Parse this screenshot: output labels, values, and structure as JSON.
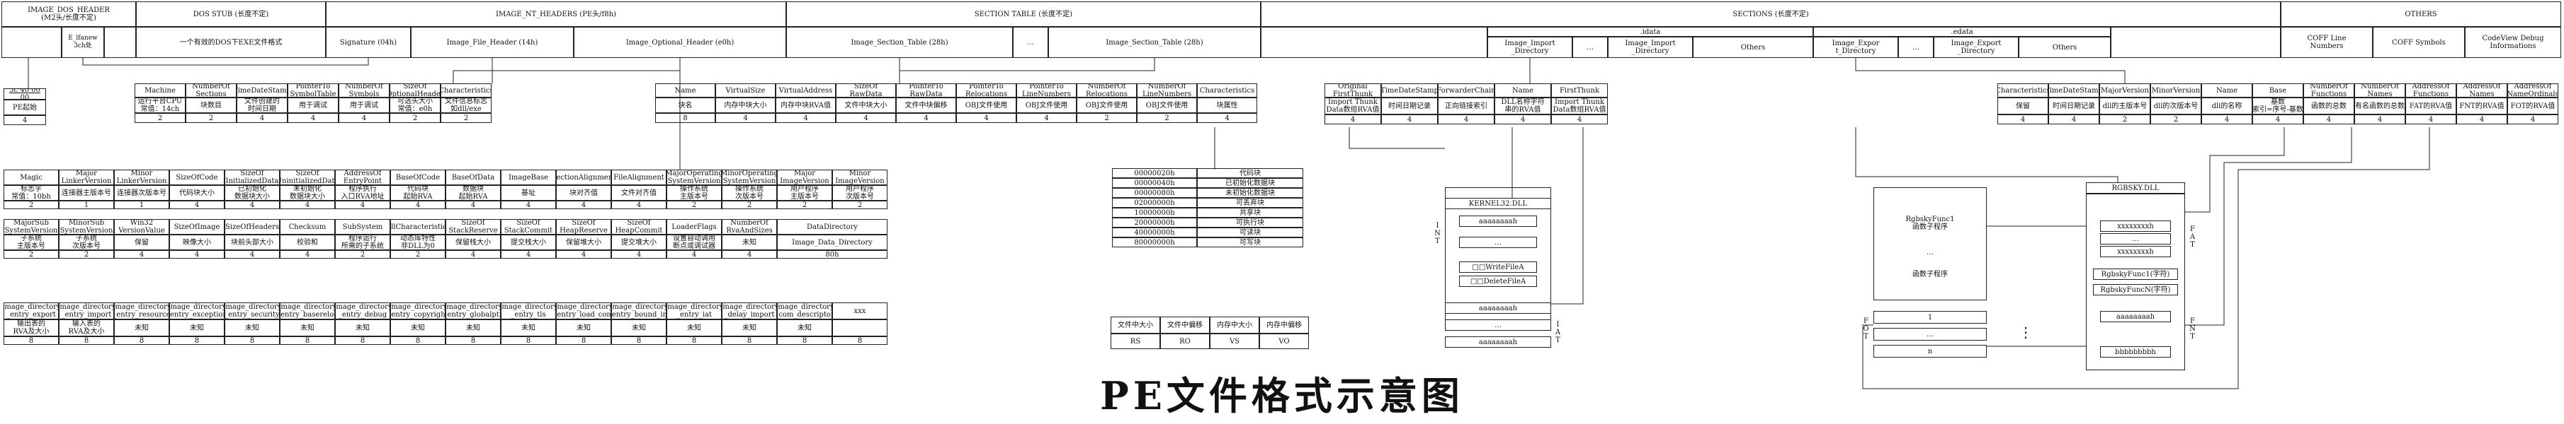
{
  "top_sections": {
    "dos_header": "IMAGE_DOS_HEADER\n(M2头/长度不定)",
    "dos_stub": "DOS STUB (长度不定)",
    "nt_headers": "IMAGE_NT_HEADERS (PE头/f8h)",
    "section_table": "SECTION TABLE (长度不定)",
    "sections": "SECTIONS (长度不定)",
    "others": "OTHERS"
  },
  "top_row2": {
    "e_lfanew": "E_lfanew\n3ch处",
    "dos_stub_desc": "一个有效的DOS下EXE文件格式",
    "signature": "Signature (04h)",
    "file_header": "Image_File_Header (14h)",
    "optional_header": "Image_Optional_Header (e0h)",
    "section_table_1": "Image_Section_Table (28h)",
    "dots": "…",
    "section_table_2": "Image_Section_Table (28h)",
    "idata": ".idata",
    "idata_import_1": "Image_Import\n_Directory",
    "idata_import_2": "Image_Import\n_Directory",
    "others": "Others",
    "edata": ".edata",
    "edata_export_1": "Image_Expor\nt_Directory",
    "edata_export_2": "Image_Export\n_Directory",
    "coff_line": "COFF Line\nNumbers",
    "coff_symbols": "COFF Symbols",
    "codeview": "CodeView Debug\nInformations"
  },
  "dos_mini": {
    "label": "3c 40 00 00",
    "desc": "PE起始",
    "size": "4"
  },
  "file_header": {
    "names": [
      "Machine",
      "NumberOf\nSections",
      "TimeDateStamp",
      "PointerTo\nSymbolTable",
      "NumberOf\nSymbols",
      "SizeOf\nOptionalHeader",
      "Characteristics"
    ],
    "descs": [
      "运行平台CPU\n常值：14ch",
      "块数目",
      "文件创建的\n时间日期",
      "用于调试",
      "用于调试",
      "可选头大小\n常值：e0h",
      "文件信息标志\n如dll/exe"
    ],
    "sizes": [
      "2",
      "2",
      "4",
      "4",
      "4",
      "2",
      "2"
    ]
  },
  "section_header": {
    "names": [
      "Name",
      "VirtualSize",
      "VirtualAddress",
      "SizeOf\nRawData",
      "PointerTo\nRawData",
      "PointerTo\nRelocations",
      "PointerTo\nLineNumbers",
      "NumberOf\nRelocations",
      "NumberOf\nLineNumbers",
      "Characteristics"
    ],
    "descs": [
      "块名",
      "内存中块大小",
      "内存中块RVA值",
      "文件中块大小",
      "文件中块偏移",
      "OBJ文件使用",
      "OBJ文件使用",
      "OBJ文件使用",
      "OBJ文件使用",
      "块属性"
    ],
    "sizes": [
      "8",
      "4",
      "4",
      "4",
      "4",
      "4",
      "4",
      "2",
      "2",
      "4"
    ]
  },
  "import_dir": {
    "names": [
      "Original\nFirstThunk",
      "TimeDateStamp",
      "ForwarderChain",
      "Name",
      "FirstThunk"
    ],
    "descs": [
      "Import Thunk\nData数组RVA值",
      "时间日期记录",
      "正向链接索引",
      "DLL名称字符\n串的RVA值",
      "Import Thunk\nData数组RVA值"
    ],
    "sizes": [
      "4",
      "4",
      "4",
      "4",
      "4"
    ]
  },
  "export_dir": {
    "names": [
      "Characteristics",
      "TimeDateStamp",
      "MajorVersion",
      "MinorVersion",
      "Name",
      "Base",
      "NumberOf\nFunctions",
      "NumberOf\nNames",
      "AddressOf\nFunctions",
      "AddressOf\nNames",
      "AddressOf\nNameOrdinals"
    ],
    "descs": [
      "保留",
      "时间日期记录",
      "dll的主版本号",
      "dll的次版本号",
      "dll的名称",
      "基数\n索引=序号-基数",
      "函数的总数",
      "有名函数的总数",
      "FAT的RVA值",
      "FNT的RVA值",
      "FOT的RVA值"
    ],
    "sizes": [
      "4",
      "4",
      "2",
      "2",
      "4",
      "4",
      "4",
      "4",
      "4",
      "4",
      "4"
    ]
  },
  "optional_header": {
    "row1_names": [
      "Magic",
      "Major\nLinkerVersion",
      "Minor\nLinkerVersion",
      "SizeOfCode",
      "SizeOf\nInitializedData",
      "SizeOf\nUninitializedData",
      "AddressOf\nEntryPoint",
      "BaseOfCode",
      "BaseOfData",
      "ImageBase",
      "SectionAlignment",
      "FileAlignment",
      "MajorOperating\nSystemVersion",
      "MinorOperating\nSystemVersion",
      "Major\nImageVersion",
      "Minor\nImageVersion"
    ],
    "row1_descs": [
      "标志字\n常值：10bh",
      "连接器主版本号",
      "连接器次版本号",
      "代码块大小",
      "已初始化\n数据块大小",
      "未初始化\n数据块大小",
      "程序执行\n入口RVA地址",
      "代码块\n起始RVA",
      "数据块\n起始RVA",
      "基址",
      "块对齐值",
      "文件对齐值",
      "操作系统\n主版本号",
      "操作系统\n次版本号",
      "用户程序\n主版本号",
      "用户程序\n次版本号"
    ],
    "row1_sizes": [
      "2",
      "1",
      "1",
      "4",
      "4",
      "4",
      "4",
      "4",
      "4",
      "4",
      "4",
      "4",
      "2",
      "2",
      "2",
      "2"
    ],
    "row2_names": [
      "MajorSub\nSystemVersion",
      "MinorSub\nSystemVersion",
      "Win32\nVersionValue",
      "SizeOfImage",
      "SizeOfHeaders",
      "Checksum",
      "SubSystem",
      "DllCharacteristics",
      "SizeOf\nStackReserve",
      "SizeOf\nStackCommit",
      "SizeOf\nHeapReserve",
      "SizeOf\nHeapCommit",
      "LoaderFlags",
      "NumberOf\nRvaAndSizes",
      "DataDirectory"
    ],
    "row2_descs": [
      "子系统\n主版本号",
      "子系统\n次版本号",
      "保留",
      "映像大小",
      "块前头部大小",
      "校验和",
      "程序运行\n所需的子系统",
      "动态库特性\n非DLL为0",
      "保留栈大小",
      "提交栈大小",
      "保留堆大小",
      "提交堆大小",
      "设置自动调用\n断点或调试器",
      "未知",
      "Image_Data_Directory"
    ],
    "row2_sizes": [
      "2",
      "2",
      "4",
      "4",
      "4",
      "4",
      "2",
      "2",
      "4",
      "4",
      "4",
      "4",
      "4",
      "4",
      "80h"
    ]
  },
  "data_directory": {
    "names": [
      "Image_directory\n_entry_export",
      "Image_directory\n_entry_import",
      "Image_directory\n_entry_resource",
      "Image_directory\n_entry_exception",
      "Image_directory\n_entry_security",
      "Image_directory\n_entry_basereloc",
      "Image_directory\n_entry_debug",
      "Image_directory\n_entry_copyright",
      "Image_directory\n_entry_globalptr",
      "Image_directory\n_entry_tls",
      "Image_directory\n_entry_load_conf",
      "Image_directory\n_entry_bound_im",
      "Image_directory\n_entry_iat",
      "Image_directory\n_delay_import",
      "Image_directory\n_com_descriptor",
      "xxx"
    ],
    "descs": [
      "输出表的\nRVA及大小",
      "输入表的\nRVA及大小",
      "未知",
      "未知",
      "未知",
      "未知",
      "未知",
      "未知",
      "未知",
      "未知",
      "未知",
      "未知",
      "未知",
      "未知",
      "未知",
      ""
    ],
    "sizes": [
      "8",
      "8",
      "8",
      "8",
      "8",
      "8",
      "8",
      "8",
      "8",
      "8",
      "8",
      "8",
      "8",
      "8",
      "8",
      "8"
    ]
  },
  "characteristics_table": [
    [
      "00000020h",
      "代码块"
    ],
    [
      "00000040h",
      "已初始化数据块"
    ],
    [
      "00000080h",
      "未初始化数据块"
    ],
    [
      "02000000h",
      "可丢弃块"
    ],
    [
      "10000000h",
      "共享块"
    ],
    [
      "20000000h",
      "可执行块"
    ],
    [
      "40000000h",
      "可读块"
    ],
    [
      "80000000h",
      "可写块"
    ]
  ],
  "rva_table": {
    "headers": [
      "文件中大小",
      "文件中偏移",
      "内存中大小",
      "内存中偏移"
    ],
    "values": [
      "RS",
      "RO",
      "VS",
      "VO"
    ]
  },
  "import_blocks": {
    "dll_name": "KERNEL32.DLL",
    "rows": [
      "aaaaaaaah",
      "…",
      "□□WriteFileA",
      "□□DeleteFileA"
    ],
    "iat_rows": [
      "aaaaaaaah",
      "…",
      "aaaaaaaah"
    ],
    "int_label": "INT",
    "iat_label": "IAT"
  },
  "export_blocks": {
    "func1": "RgbskyFunc1\n函数子程序",
    "dots": "…",
    "func_n": "函数子程序",
    "dll_name": "RGBSKY.DLL",
    "fat_rows": [
      "xxxxxxxxh",
      "…",
      "xxxxxxxxh"
    ],
    "fnt_rows": [
      "RgbskyFunc1(字符)",
      "RgbskyFuncN(字符)"
    ],
    "fot_rows": [
      "1",
      "…",
      "n"
    ],
    "fnt_addr_rows": [
      "aaaaaaaah",
      "bbbbbbbbh"
    ],
    "fat_label": "FAT",
    "fnt_label": "FNT",
    "fot_label": "FOT",
    "dots_mid": "⋮"
  },
  "title": "PE文件格式示意图"
}
